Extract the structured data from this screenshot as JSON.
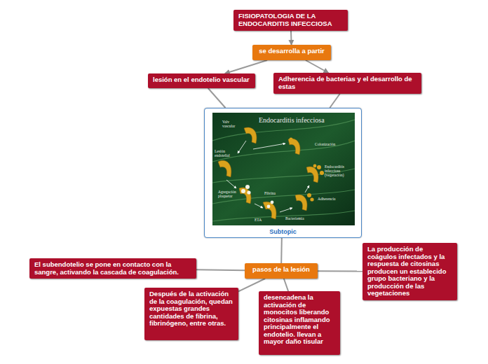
{
  "diagram": {
    "nodes": [
      {
        "text": [
          "FISIOPATOLOGIA DE LA ENDOCARDITIS INFECCIOSA"
        ]
      },
      {
        "text": [
          "se desarrolla a partir"
        ]
      },
      {
        "text": [
          "lesión en el endotelio vascular"
        ]
      },
      {
        "text": [
          "Adherencia de bacterias y el desarrollo de estas"
        ]
      },
      {
        "text": [
          "Subtopic"
        ]
      },
      {
        "text": [
          "pasos de la lesión"
        ]
      },
      {
        "text": [
          "El subendotelio se pone en contacto con la sangre, activando la cascada de coagulación."
        ]
      },
      {
        "text": [
          "La producción de coágulos infectados y la respuesta de citosinas producen un establecido grupo bacteriano y la producción de las vegetaciones"
        ]
      },
      {
        "text": [
          "Después de la activación de la coagulación, quedan expuestas grandes cantidades de fibrina, fibrinógeno, entre otras."
        ]
      },
      {
        "text": [
          "desencadena la activación de monocitos liberando citosinas inflamando principalmente el endotelio. llevan a mayor daño tisular"
        ]
      }
    ],
    "edges": [
      {
        "from": 0,
        "to": 1,
        "arrow": "to"
      },
      {
        "from": 1,
        "to": 2,
        "arrow": "to"
      },
      {
        "from": 1,
        "to": 3,
        "arrow": "to"
      },
      {
        "from": 2,
        "to": 4,
        "arrow": "none"
      },
      {
        "from": 3,
        "to": 4,
        "arrow": "none"
      },
      {
        "from": 4,
        "to": 5,
        "arrow": "none"
      },
      {
        "from": 5,
        "to": 6,
        "arrow": "none"
      },
      {
        "from": 5,
        "to": 7,
        "arrow": "none"
      },
      {
        "from": 5,
        "to": 8,
        "arrow": "none"
      },
      {
        "from": 5,
        "to": 9,
        "arrow": "none"
      }
    ],
    "labels": [
      "Endocarditis infecciosa",
      "Valv vascular",
      "Lesión endotelial",
      "Agregación plaquetar",
      "Fibrina",
      "ETA",
      "Bacteriemia",
      "Adherencia",
      "Endocarditis infecciosa (vegetación)",
      "Colonización"
    ]
  }
}
